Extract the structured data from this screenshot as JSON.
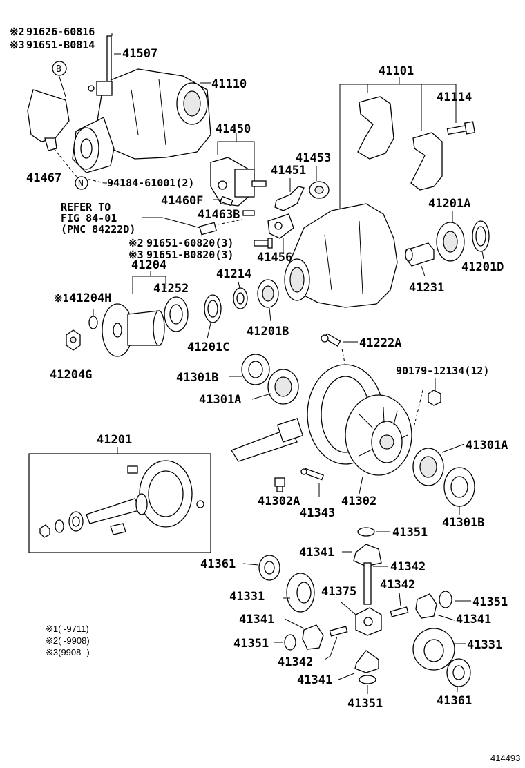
{
  "labels": {
    "l41507": "41507",
    "l41110": "41110",
    "l41467": "41467",
    "l94184": "94184-61001(2)",
    "l41450": "41450",
    "l41453": "41453",
    "l41451": "41451",
    "l41460F": "41460F",
    "l41463B": "41463B",
    "l41456": "41456",
    "l41101": "41101",
    "l41114": "41114",
    "l41201A": "41201A",
    "l41201D": "41201D",
    "l41231": "41231",
    "l41204": "41204",
    "l41252": "41252",
    "l41214": "41214",
    "l41204H": "41204H",
    "l41204G": "41204G",
    "l41201C": "41201C",
    "l41201B": "41201B",
    "l41222A": "41222A",
    "l90179": "90179-12134(12)",
    "l41301B_a": "41301B",
    "l41301A_a": "41301A",
    "l41301A_b": "41301A",
    "l41301B_b": "41301B",
    "l41201": "41201",
    "l41302A": "41302A",
    "l41302": "41302",
    "l41343": "41343",
    "l41351_a": "41351",
    "l41341_a": "41341",
    "l41342_a": "41342",
    "l41361_a": "41361",
    "l41331_a": "41331",
    "l41375": "41375",
    "l41342_b": "41342",
    "l41351_b": "41351",
    "l41341_b": "41341",
    "l41341_c": "41341",
    "l41351_c": "41351",
    "l41342_c": "41342",
    "l41341_d": "41341",
    "l41351_d": "41351",
    "l41331_b": "41331",
    "l41361_b": "41361"
  },
  "refs": {
    "ref_a_mark": "※2",
    "ref_a_num": "91626-60816",
    "ref_b_mark": "※3",
    "ref_b_num": "91651-B0814",
    "ref_c_mark": "※2",
    "ref_c_num": "91651-60820(3)",
    "ref_d_mark": "※3",
    "ref_d_num": "91651-B0820(3)",
    "ref_e_mark": "※1",
    "circle_b": "B",
    "circle_n": "N"
  },
  "refer_to": {
    "line1": "REFER TO",
    "line2": "FIG 84-01",
    "line3": "(PNC 84222D)"
  },
  "legend": {
    "item1": "※1(    -9711)",
    "item2": "※2(    -9908)",
    "item3": "※3(9908-    )"
  },
  "diagram_id": "414493"
}
